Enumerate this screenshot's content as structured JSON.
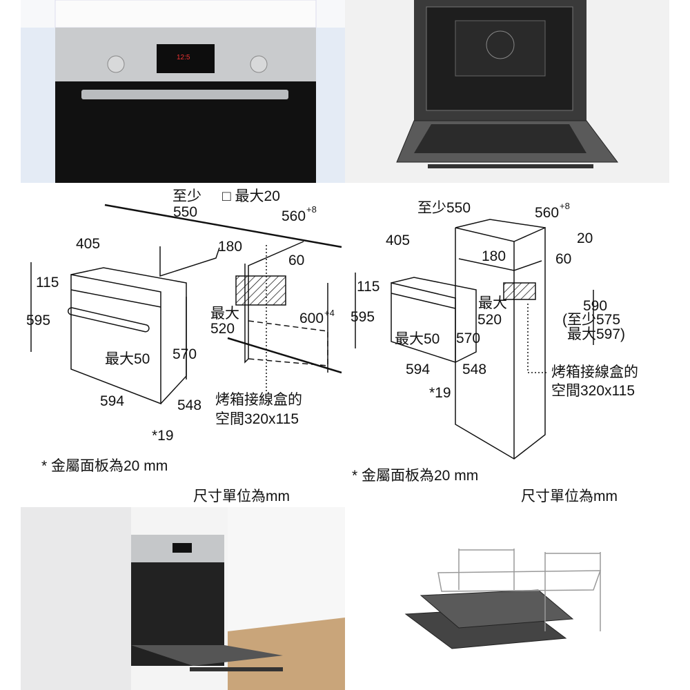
{
  "oven_display": {
    "time": "12:5"
  },
  "diagram_left": {
    "min_label": "至少",
    "min_550": "550",
    "max20": "□ 最大20",
    "w560": "560",
    "w560_tol": "+8",
    "d405": "405",
    "d180": "180",
    "d60": "60",
    "d115": "115",
    "d595": "595",
    "max_label": "最大",
    "d520": "520",
    "h600": "600",
    "h600_tol": "+4",
    "max50": "最大50",
    "d570": "570",
    "d594": "594",
    "d548": "548",
    "box_label_1": "烤箱接線盒的",
    "box_label_2": "空間320x115",
    "d19": "*19",
    "note": "* 金屬面板為20 mm",
    "units": "尺寸單位為mm"
  },
  "diagram_right": {
    "min550": "至少550",
    "w560": "560",
    "w560_tol": "+8",
    "d20": "20",
    "d405": "405",
    "d180": "180",
    "d60": "60",
    "d115": "115",
    "d595": "595",
    "max_label": "最大",
    "d520": "520",
    "h590": "590",
    "h590_min": "(至少575",
    "h590_max": "最大597)",
    "max50": "最大50",
    "d570": "570",
    "d594": "594",
    "d548": "548",
    "d19": "*19",
    "box_label_1": "烤箱接線盒的",
    "box_label_2": "空間320x115",
    "note": "* 金屬面板為20 mm",
    "units": "尺寸單位為mm"
  }
}
